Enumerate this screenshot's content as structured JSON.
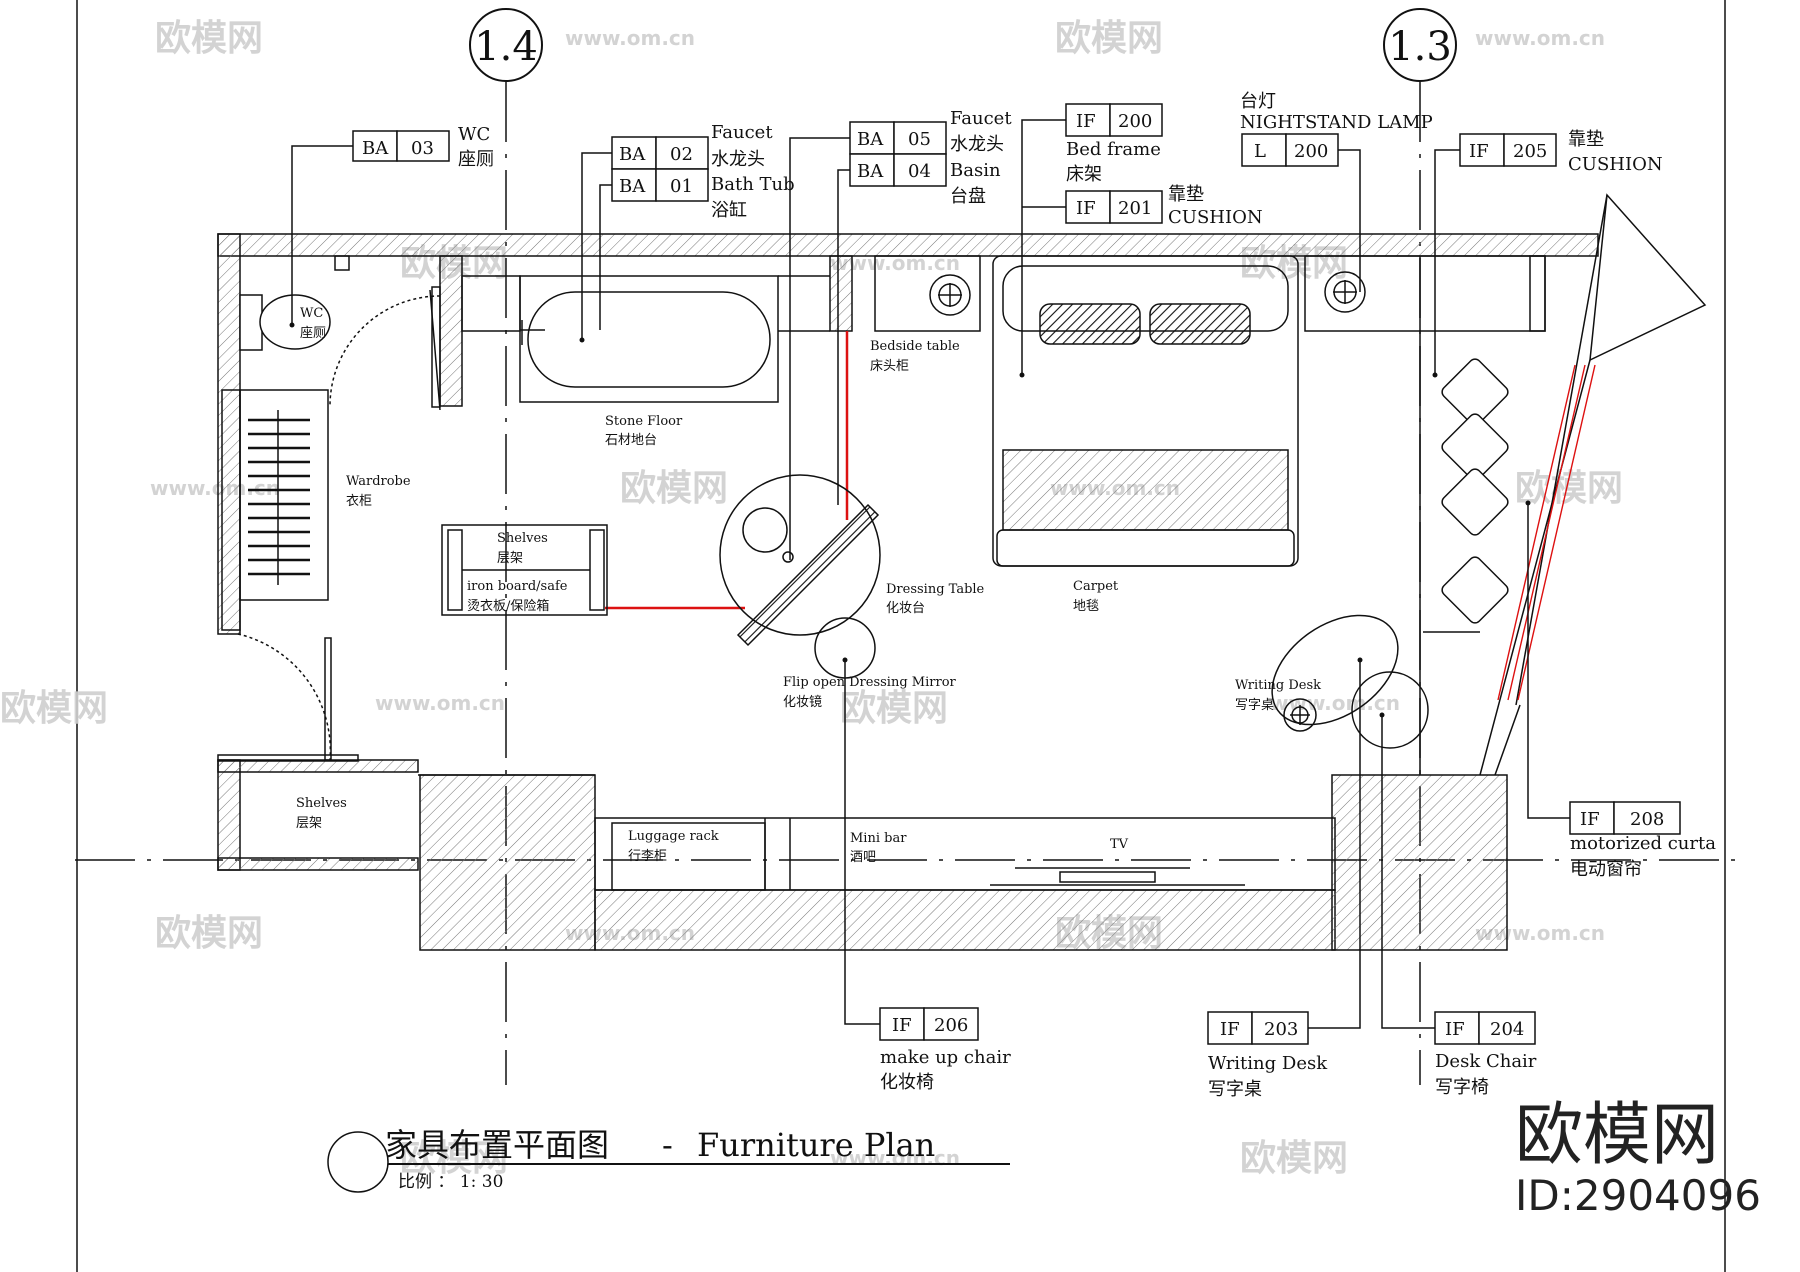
{
  "drawing": {
    "title_cn": "家具布置平面图",
    "title_sep": "-",
    "title_en": "Furniture Plan",
    "scale_text": "比例 ： 1: 30"
  },
  "sections": [
    "1.4",
    "1.3"
  ],
  "tags": {
    "ba03": {
      "code": "BA",
      "num": "03",
      "label_en": "WC",
      "label_cn": "座厕"
    },
    "ba02": {
      "code": "BA",
      "num": "02",
      "label_en": "Faucet",
      "label_cn": "水龙头"
    },
    "ba01": {
      "code": "BA",
      "num": "01",
      "label_en": "Bath Tub",
      "label_cn": "浴缸"
    },
    "ba05": {
      "code": "BA",
      "num": "05",
      "label_en": "Faucet",
      "label_cn": "水龙头"
    },
    "ba04": {
      "code": "BA",
      "num": "04",
      "label_en": "Basin",
      "label_cn": "台盘"
    },
    "if200": {
      "code": "IF",
      "num": "200",
      "label_en": "Bed frame",
      "label_cn": "床架"
    },
    "if201": {
      "code": "IF",
      "num": "201",
      "label_en": "CUSHION",
      "label_cn": "靠垫"
    },
    "l200": {
      "code": "L",
      "num": "200",
      "label_en": "NIGHTSTAND LAMP",
      "label_cn": "台灯"
    },
    "if205": {
      "code": "IF",
      "num": "205",
      "label_en": "CUSHION",
      "label_cn": "靠垫"
    },
    "if208": {
      "code": "IF",
      "num": "208",
      "label_en": "motorized curta",
      "label_cn": "电动窗帘"
    },
    "if206": {
      "code": "IF",
      "num": "206",
      "label_en": "make up chair",
      "label_cn": "化妆椅"
    },
    "if203": {
      "code": "IF",
      "num": "203",
      "label_en": "Writing Desk",
      "label_cn": "写字桌"
    },
    "if204": {
      "code": "IF",
      "num": "204",
      "label_en": "Desk Chair",
      "label_cn": "写字椅"
    }
  },
  "room_labels": {
    "wc": {
      "en": "WC",
      "cn": "座厕"
    },
    "wardrobe": {
      "en": "Wardrobe",
      "cn": "衣柜"
    },
    "stone_floor": {
      "en": "Stone Floor",
      "cn": "石材地台"
    },
    "bedside": {
      "en": "Bedside table",
      "cn": "床头柜"
    },
    "shelves1": {
      "en": "Shelves",
      "cn": "层架"
    },
    "iron": {
      "en": "iron board/safe",
      "cn": "烫衣板/保险箱"
    },
    "dressing": {
      "en": "Dressing Table",
      "cn": "化妆台"
    },
    "carpet": {
      "en": "Carpet",
      "cn": "地毯"
    },
    "mirror": {
      "en": "Flip open Dressing Mirror",
      "cn": "化妆镜"
    },
    "writing": {
      "en": "Writing Desk",
      "cn": "写字桌"
    },
    "shelves2": {
      "en": "Shelves",
      "cn": "层架"
    },
    "luggage": {
      "en": "Luggage rack",
      "cn": "行李柜"
    },
    "minibar": {
      "en": "Mini bar",
      "cn": "酒吧"
    },
    "tv": {
      "en": "TV"
    }
  },
  "watermark": {
    "brand": "欧模网",
    "site": "www.om.cn",
    "id": "ID:2904096"
  }
}
